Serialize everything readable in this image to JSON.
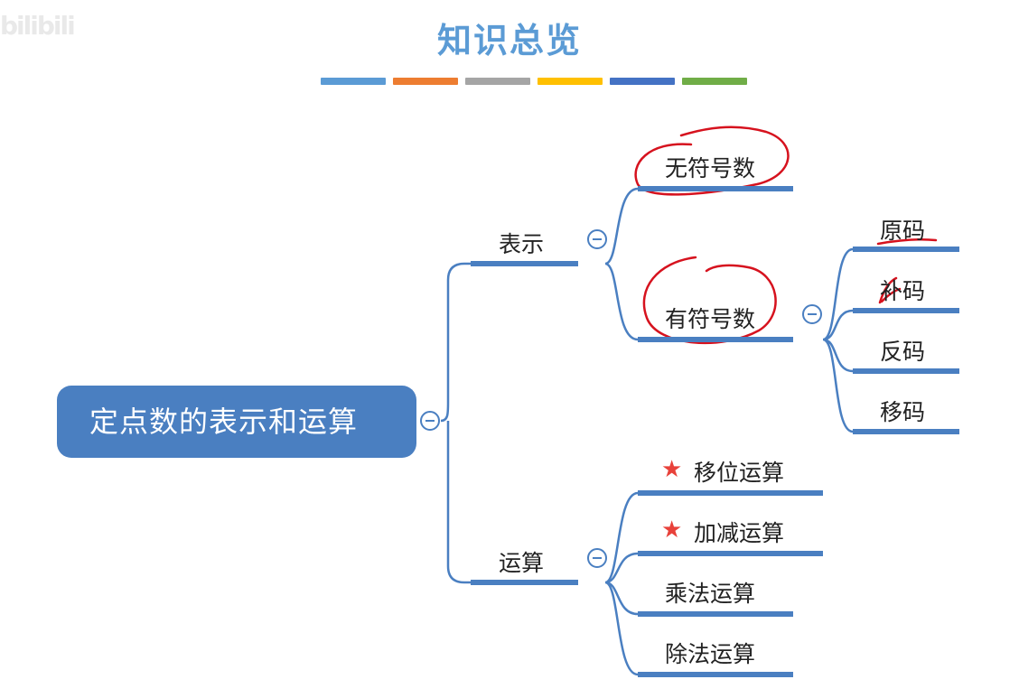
{
  "watermark": "bilibili",
  "title": "知识总览",
  "title_bar_colors": [
    "#5b9bd5",
    "#ed7d31",
    "#a5a5a5",
    "#ffc000",
    "#4472c4",
    "#70ad47"
  ],
  "accent_color": "#4a7fc1",
  "annotation_color": "#d6121e",
  "root": {
    "label": "定点数的表示和运算"
  },
  "branches": {
    "representation": {
      "label": "表示",
      "children": {
        "unsigned": "无符号数",
        "signed": {
          "label": "有符号数",
          "codes": [
            "原码",
            "补码",
            "反码",
            "移码"
          ]
        }
      }
    },
    "operation": {
      "label": "运算",
      "items": [
        {
          "label": "移位运算",
          "starred": true
        },
        {
          "label": "加减运算",
          "starred": true
        },
        {
          "label": "乘法运算",
          "starred": false
        },
        {
          "label": "除法运算",
          "starred": false
        }
      ]
    }
  },
  "star_icon": "star-icon",
  "collapse_icon": "collapse-minus-icon"
}
